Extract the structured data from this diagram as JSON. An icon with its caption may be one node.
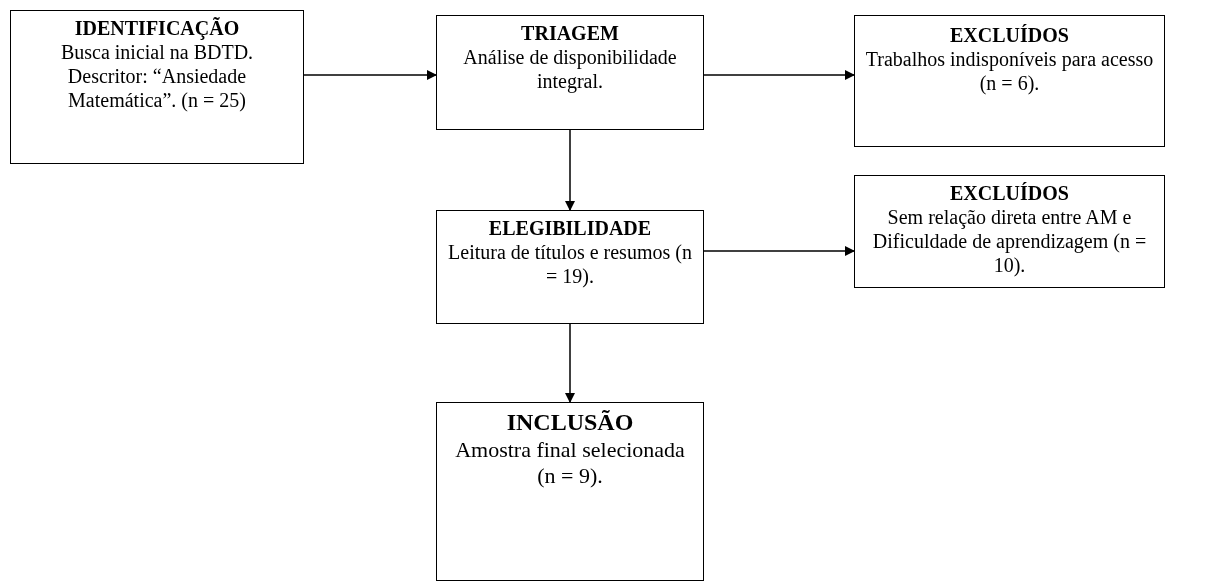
{
  "diagram": {
    "nodes": [
      {
        "text": [
          "IDENTIFICAÇÃO",
          "Busca inicial na BDTD. Descritor: “Ansiedade Matemática”. (n = 25)"
        ]
      },
      {
        "text": [
          "TRIAGEM",
          "Análise de disponibilidade integral."
        ]
      },
      {
        "text": [
          "EXCLUÍDOS",
          "Trabalhos indisponíveis para acesso (n = 6)."
        ]
      },
      {
        "text": [
          "ELEGIBILIDADE",
          "Leitura de títulos e resumos (n = 19)."
        ]
      },
      {
        "text": [
          "EXCLUÍDOS",
          "Sem relação direta entre AM e Dificuldade de aprendizagem (n = 10)."
        ]
      },
      {
        "text": [
          "INCLUSÃO",
          "Amostra final selecionada (n = 9)."
        ]
      }
    ],
    "edges": [
      {
        "from": 0,
        "to": 1,
        "arrow": "to"
      },
      {
        "from": 1,
        "to": 2,
        "arrow": "to"
      },
      {
        "from": 1,
        "to": 3,
        "arrow": "to"
      },
      {
        "from": 3,
        "to": 4,
        "arrow": "to"
      },
      {
        "from": 3,
        "to": 5,
        "arrow": "to"
      }
    ]
  }
}
